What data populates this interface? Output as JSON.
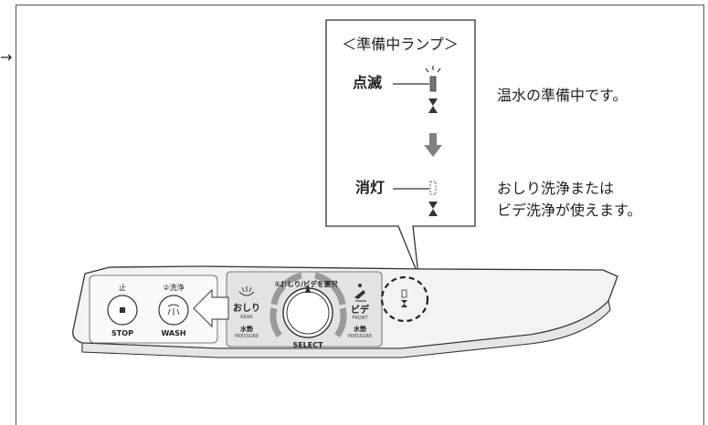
{
  "callout": {
    "title": "＜準備中ランプ＞",
    "blink_label": "点滅",
    "off_label": "消灯"
  },
  "notes": {
    "blink_desc": "温水の準備中です。",
    "off_desc_line1": "おしり洗浄または",
    "off_desc_line2": "ビデ洗浄が使えます。"
  },
  "panel": {
    "stop_top": "止",
    "stop_bottom": "STOP",
    "wash_top": "②洗浄",
    "wash_bottom": "WASH",
    "select_top": "①おしり/ビデを選択",
    "select_bottom": "SELECT",
    "rear_jp": "おしり",
    "rear_en": "REAR",
    "front_jp": "ビデ",
    "front_en": "FRONT",
    "pressure_left_jp": "水勢",
    "pressure_left_en": "PRESSURE",
    "pressure_right_jp": "水勢",
    "pressure_right_en": "PRESSURE"
  },
  "colors": {
    "line": "#333333",
    "panel_fill": "#f2f2f2",
    "insert_fill": "#e3e3e3",
    "arrow_gray": "#808080",
    "dial_gray": "#9a9a9a"
  },
  "icons": [
    "arrow-right-icon",
    "stop-icon",
    "wash-spray-icon",
    "rear-spray-icon",
    "front-spray-icon",
    "lamp-icon",
    "hourglass-icon",
    "down-arrow-icon",
    "left-arrow-icon",
    "dial-knob-icon"
  ]
}
